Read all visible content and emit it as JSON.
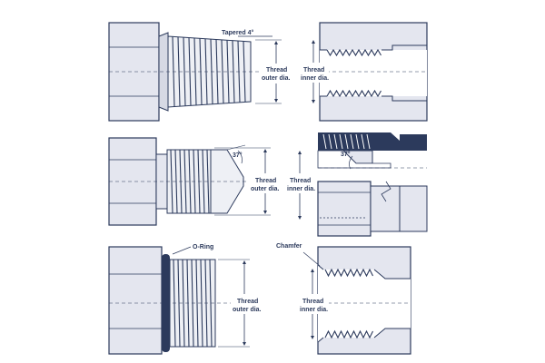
{
  "labels": {
    "tapered": "Tapered 4°",
    "thread_outer_dia_1": [
      "Thread",
      "outer dia."
    ],
    "thread_inner_dia_1": [
      "Thread",
      "inner dia."
    ],
    "angle_a": "37°",
    "thread_outer_dia_2": [
      "Thread",
      "outer dia."
    ],
    "thread_inner_dia_2": [
      "Thread",
      "inner dia."
    ],
    "angle_b": "37°",
    "o_ring": "O-Ring",
    "chamfer": "Chamfer",
    "thread_outer_dia_3": [
      "Thread",
      "outer dia."
    ],
    "thread_inner_dia_3": [
      "Thread",
      "inner dia."
    ]
  },
  "colors": {
    "stroke": "#2c3a5c",
    "fill": "#e4e6ef",
    "thread_fill": "#eef0f5",
    "dark": "#2c3a5c",
    "background": "#ffffff"
  }
}
